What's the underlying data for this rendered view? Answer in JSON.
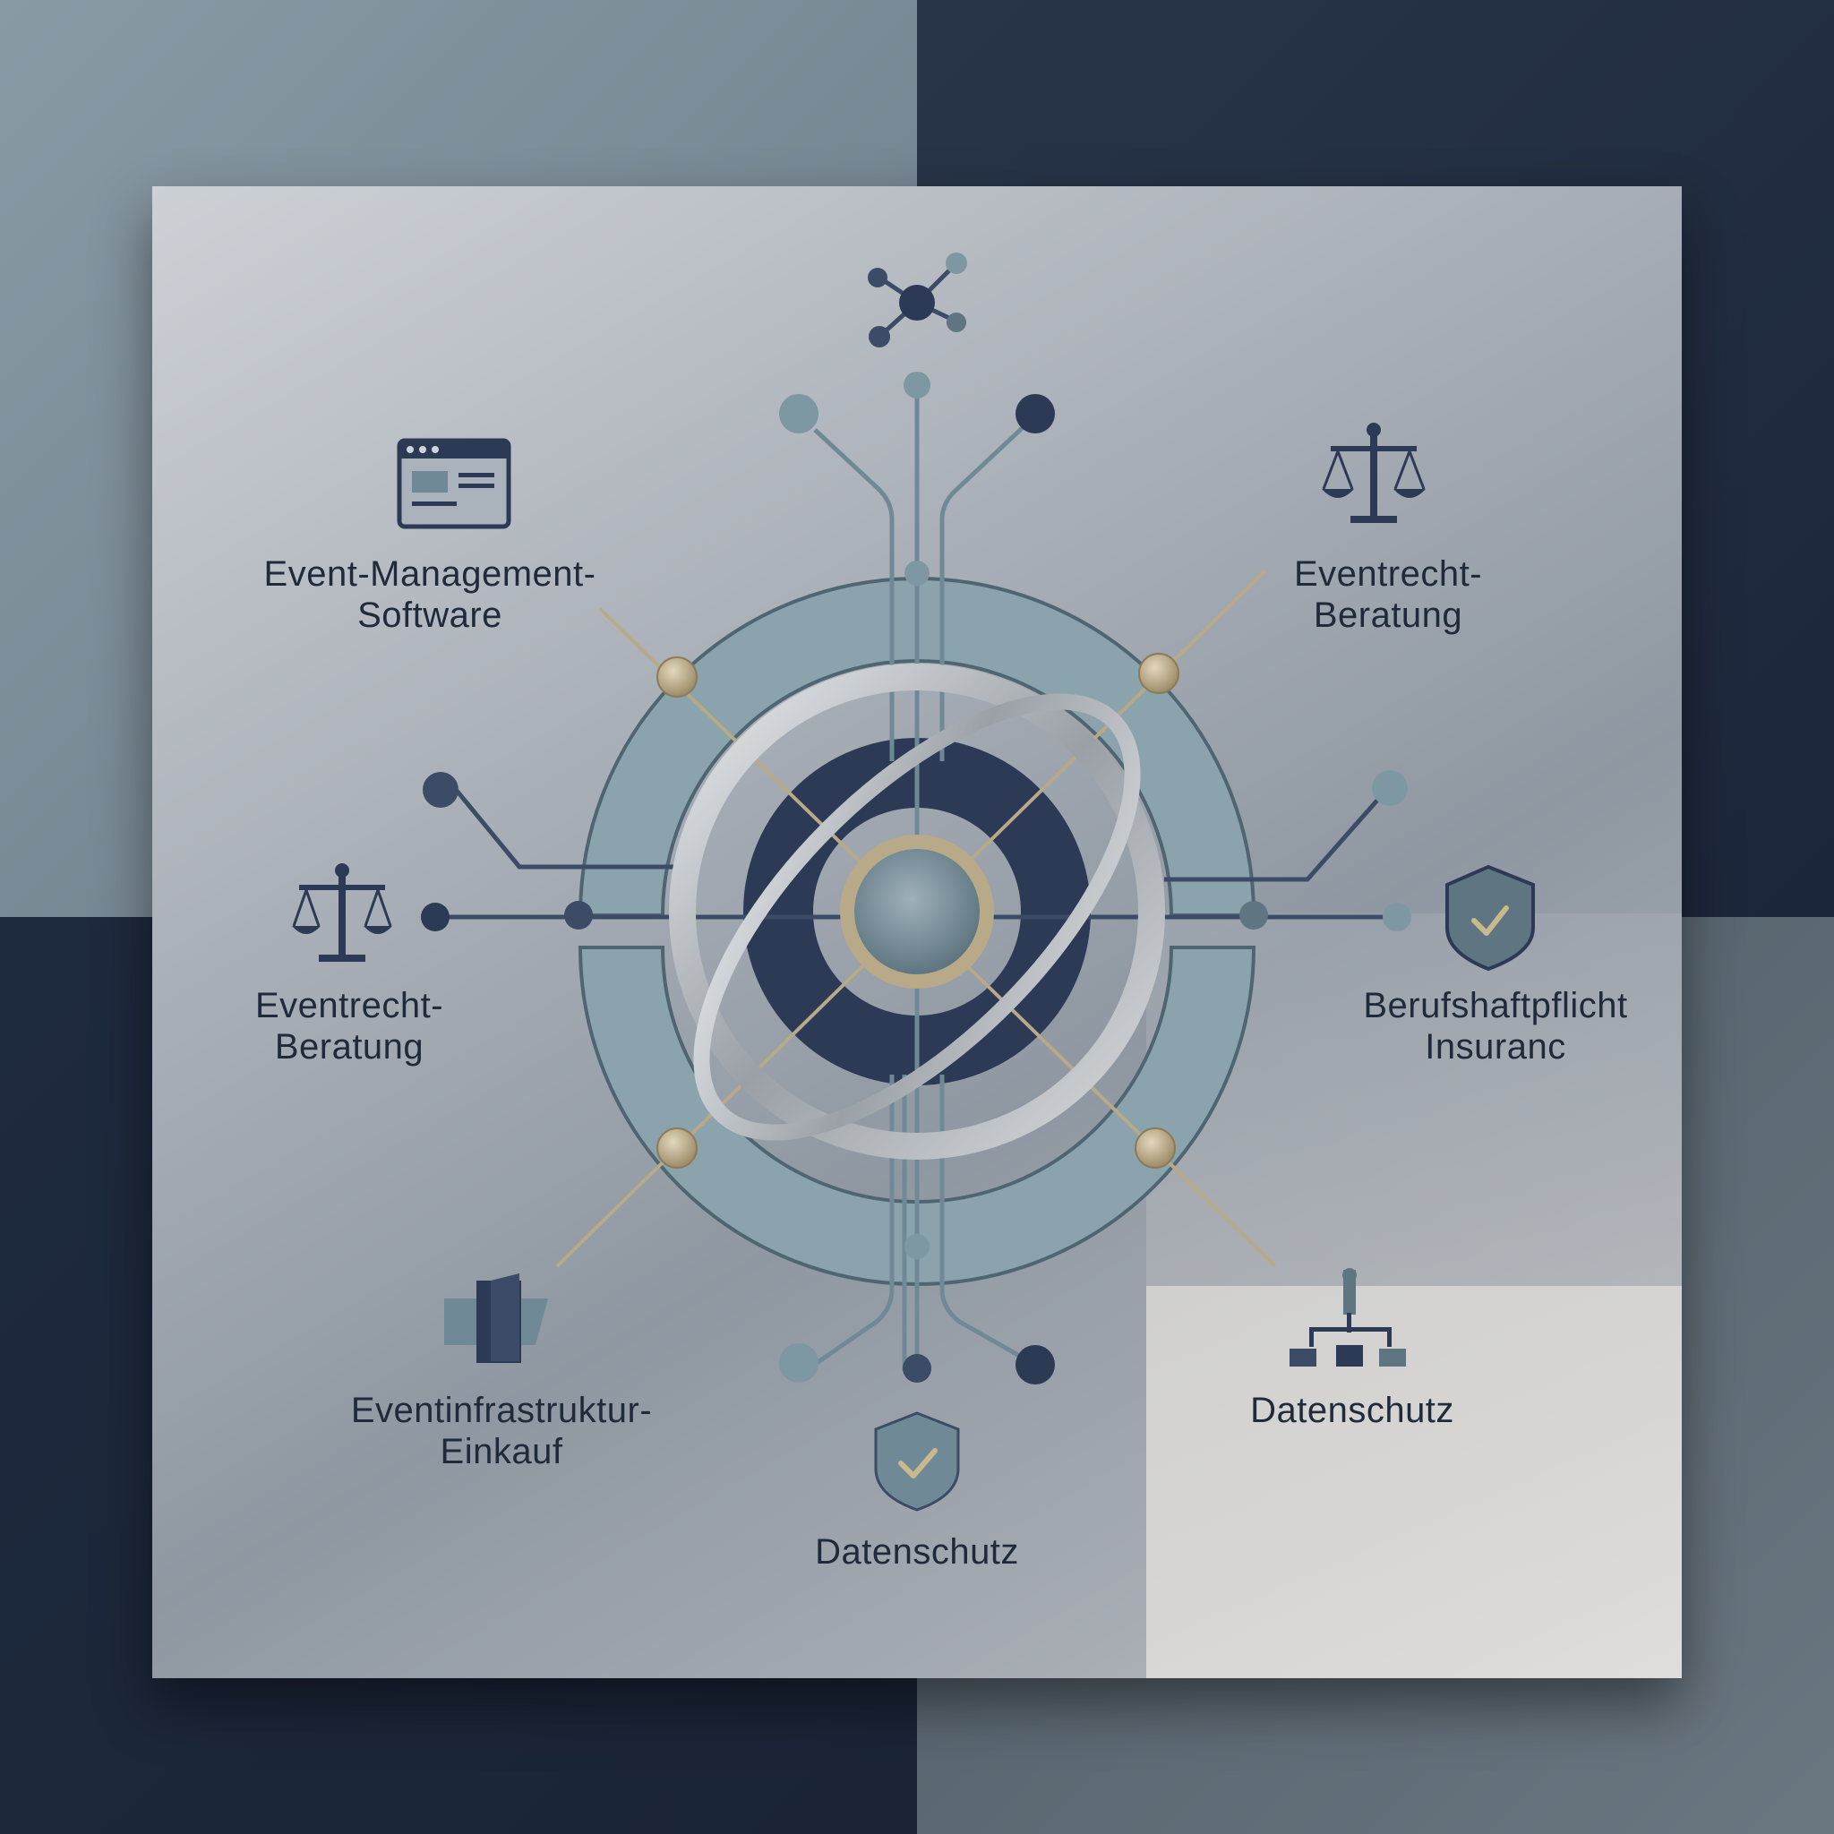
{
  "labels": {
    "event_management_software": "Event-Management-\nSoftware",
    "eventrecht_beratung_right": "Eventrecht-\nBeratung",
    "eventrecht_beratung_left": "Eventrecht-\nBeratung",
    "berufshaftpflicht": "Berufshaftpflicht\nInsuranc",
    "eventinfrastruktur": "Eventinfrastruktur-\nEinkauf",
    "datenschutz_right": "Datenschutz",
    "datenschutz_bottom": "Datenschutz"
  },
  "icons": {
    "top": "network-hub-icon",
    "event_management_software": "browser-window-icon",
    "eventrecht_beratung_right": "scales-icon",
    "eventrecht_beratung_left": "scales-icon",
    "berufshaftpflicht": "shield-check-icon",
    "eventinfrastruktur": "building-blocks-icon",
    "datenschutz_right": "org-chart-icon",
    "datenschutz_bottom": "shield-check-icon"
  },
  "colors": {
    "navy": "#2b3a55",
    "slate_teal": "#6f8a96",
    "light_teal": "#8fa7b0",
    "gold": "#b8a988",
    "silver": "#c8ccd0",
    "text": "#1f2a3a"
  }
}
